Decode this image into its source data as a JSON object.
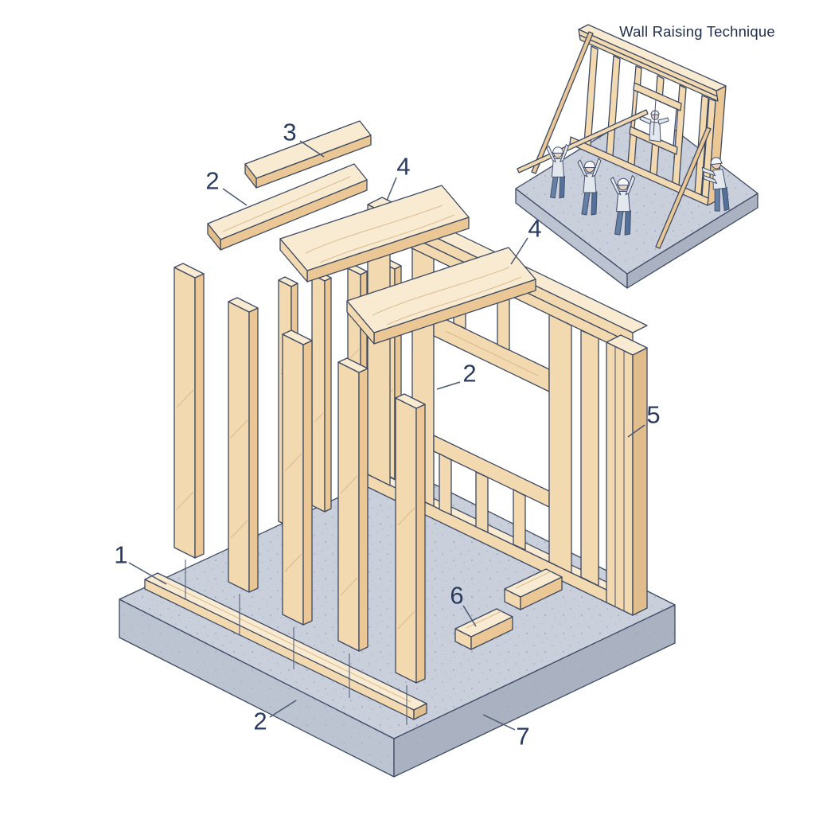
{
  "inset": {
    "title": "Wall Raising Technique"
  },
  "callouts": [
    {
      "number": "3"
    },
    {
      "number": "2"
    },
    {
      "number": "4"
    },
    {
      "number": "4"
    },
    {
      "number": "2"
    },
    {
      "number": "5"
    },
    {
      "number": "1"
    },
    {
      "number": "6"
    },
    {
      "number": "2"
    },
    {
      "number": "7"
    }
  ],
  "colors": {
    "wood_face": "#f3d9b0",
    "wood_top": "#f9ebd1",
    "wood_side": "#eac795",
    "outline": "#3d4a63",
    "slab_top": "#c9cfdb",
    "slab_side": "#aab1c1",
    "label_text": "#2a3b60",
    "worker_shirt": "#e3e8ef",
    "worker_pants": "#6480a6",
    "background": "#ffffff"
  }
}
